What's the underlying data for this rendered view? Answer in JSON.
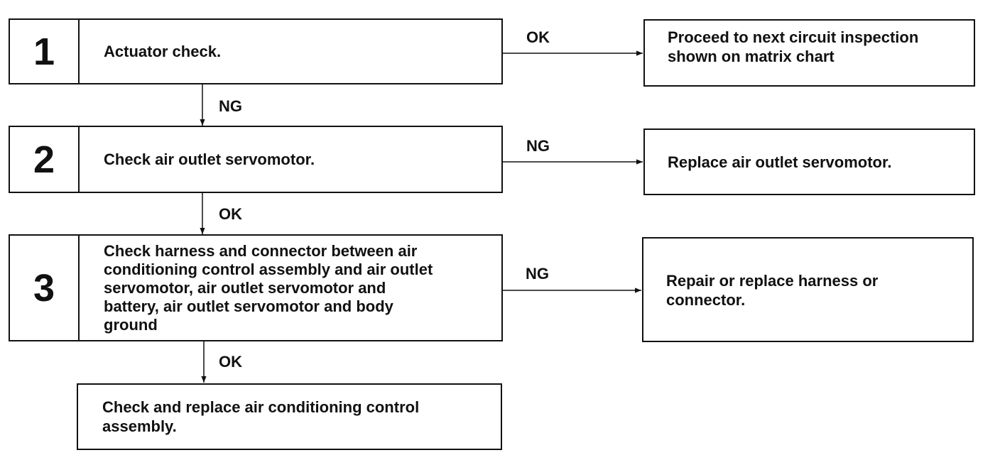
{
  "steps": [
    {
      "number": "1",
      "text": "Actuator check."
    },
    {
      "number": "2",
      "text": "Check air outlet servomotor."
    },
    {
      "number": "3",
      "text": "Check harness and connector between air\nconditioning control assembly and air outlet\nservomotor, air outlet servomotor and\nbattery, air outlet servomotor and body\nground"
    }
  ],
  "results": [
    {
      "text": "Proceed to next circuit inspection\nshown on matrix chart"
    },
    {
      "text": "Replace air outlet servomotor."
    },
    {
      "text": "Repair or replace harness or\nconnector."
    }
  ],
  "final": {
    "text": "Check and replace air conditioning control\nassembly."
  },
  "branch_labels": {
    "step1_right": "OK",
    "step1_down": "NG",
    "step2_right": "NG",
    "step2_down": "OK",
    "step3_right": "NG",
    "step3_down": "OK"
  }
}
